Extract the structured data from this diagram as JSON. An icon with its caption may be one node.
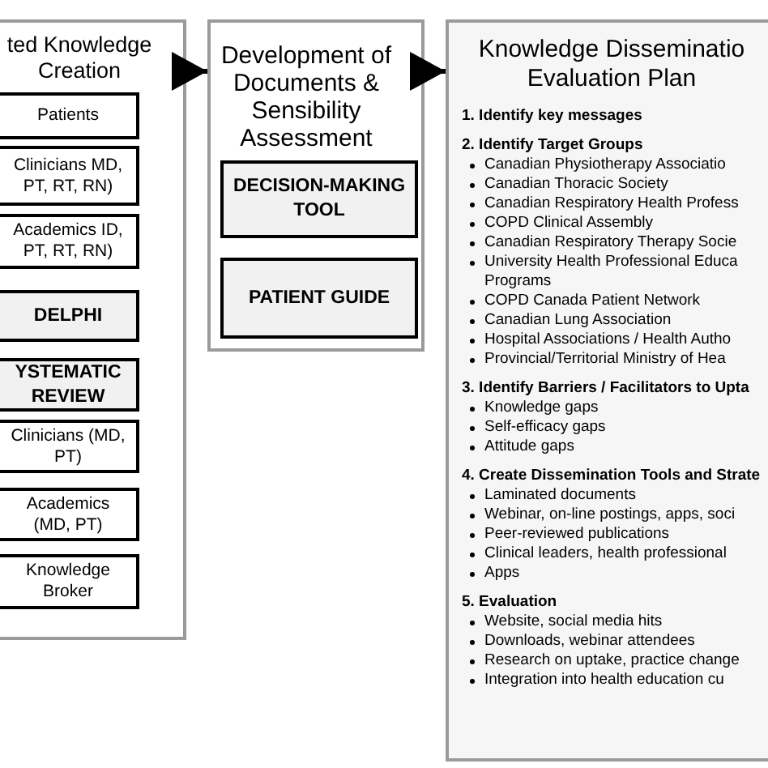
{
  "diagram": {
    "nodes": [
      {
        "text": [
          "ted Knowledge Creation"
        ]
      },
      {
        "text": [
          "Patients"
        ],
        "in": 0
      },
      {
        "text": [
          "Clinicians MD, PT, RT, RN)"
        ],
        "in": 0
      },
      {
        "text": [
          "Academics ID, PT, RT, RN)"
        ],
        "in": 0
      },
      {
        "text": [
          "DELPHI"
        ],
        "in": 0
      },
      {
        "text": [
          "YSTEMATIC REVIEW"
        ],
        "in": 0
      },
      {
        "text": [
          "Clinicians (MD, PT)"
        ],
        "in": 0
      },
      {
        "text": [
          "Academics (MD, PT)"
        ],
        "in": 0
      },
      {
        "text": [
          "Knowledge Broker"
        ],
        "in": 0
      },
      {
        "text": [
          "Development of Documents & Sensibility Assessment"
        ]
      },
      {
        "text": [
          "DECISION-MAKING TOOL"
        ],
        "in": 9
      },
      {
        "text": [
          "PATIENT GUIDE"
        ],
        "in": 9
      },
      {
        "text": [
          "Knowledge Disseminatio Evaluation Plan",
          "1. Identify key messages",
          "2. Identify Target Groups",
          "Canadian Physiotherapy Associatio",
          "Canadian Thoracic Society",
          "Canadian Respiratory Health Profess",
          "COPD Clinical Assembly",
          "Canadian Respiratory Therapy Socie",
          "University Health Professional Educa Programs",
          "COPD Canada Patient Network",
          "Canadian Lung Association",
          "Hospital Associations / Health Autho",
          "Provincial/Territorial Ministry of Hea",
          "3. Identify Barriers / Facilitators to Upta",
          "Knowledge gaps",
          "Self-efficacy gaps",
          "Attitude gaps",
          "4. Create Dissemination Tools and Strate",
          "Laminated documents",
          "Webinar, on-line postings, apps, soci",
          "Peer-reviewed publications",
          "Clinical leaders, health professional",
          "Apps",
          "5. Evaluation",
          "Website, social media hits",
          "Downloads, webinar attendees",
          "Research on uptake, practice change",
          "Integration into health education cu"
        ]
      }
    ],
    "edges": [
      {
        "from": 0,
        "to": 9,
        "arrow": "to"
      },
      {
        "from": 9,
        "to": 12,
        "arrow": "to"
      }
    ]
  }
}
